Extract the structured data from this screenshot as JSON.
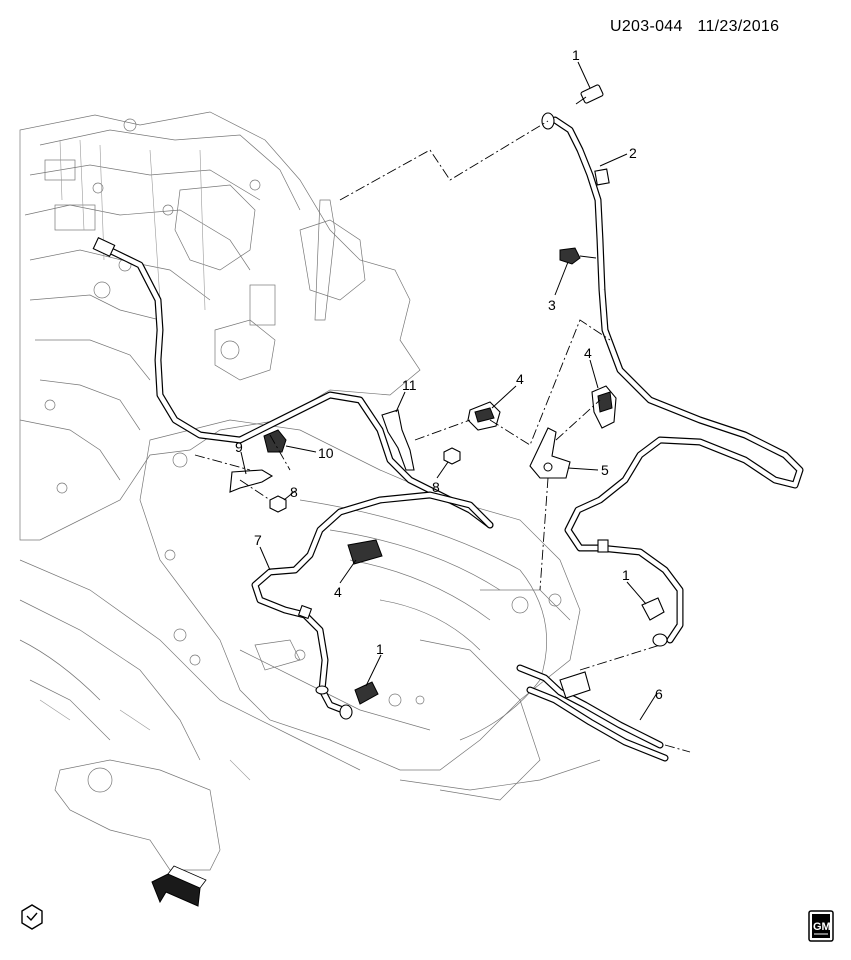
{
  "header": {
    "diagram_code": "U203-044",
    "date": "11/23/2016"
  },
  "callouts": [
    "1",
    "2",
    "3",
    "4",
    "4",
    "5",
    "1",
    "6",
    "7",
    "4",
    "1",
    "9",
    "10",
    "8",
    "11",
    "8"
  ],
  "front_arrow_label": "FRT",
  "logo_text": "GM"
}
